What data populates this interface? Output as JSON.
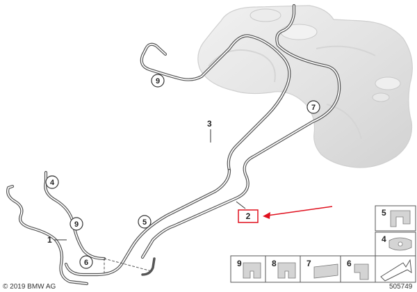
{
  "diagram": {
    "callouts": {
      "c1": "1",
      "c2": "2",
      "c3": "3",
      "c4": "4",
      "c5": "5",
      "c6": "6",
      "c7": "7",
      "c9a": "9",
      "c9b": "9"
    },
    "parts_panel": {
      "p5": "5",
      "p4": "4",
      "p9": "9",
      "p8": "8",
      "p7": "7",
      "p6": "6"
    },
    "copyright": "© 2019 BMW AG",
    "diagram_number": "505749"
  },
  "colors": {
    "highlight_box": "#e0101e",
    "highlight_arrow": "#e0101e",
    "line_art": "#555555",
    "tank_fill": "#e6e6e6"
  }
}
